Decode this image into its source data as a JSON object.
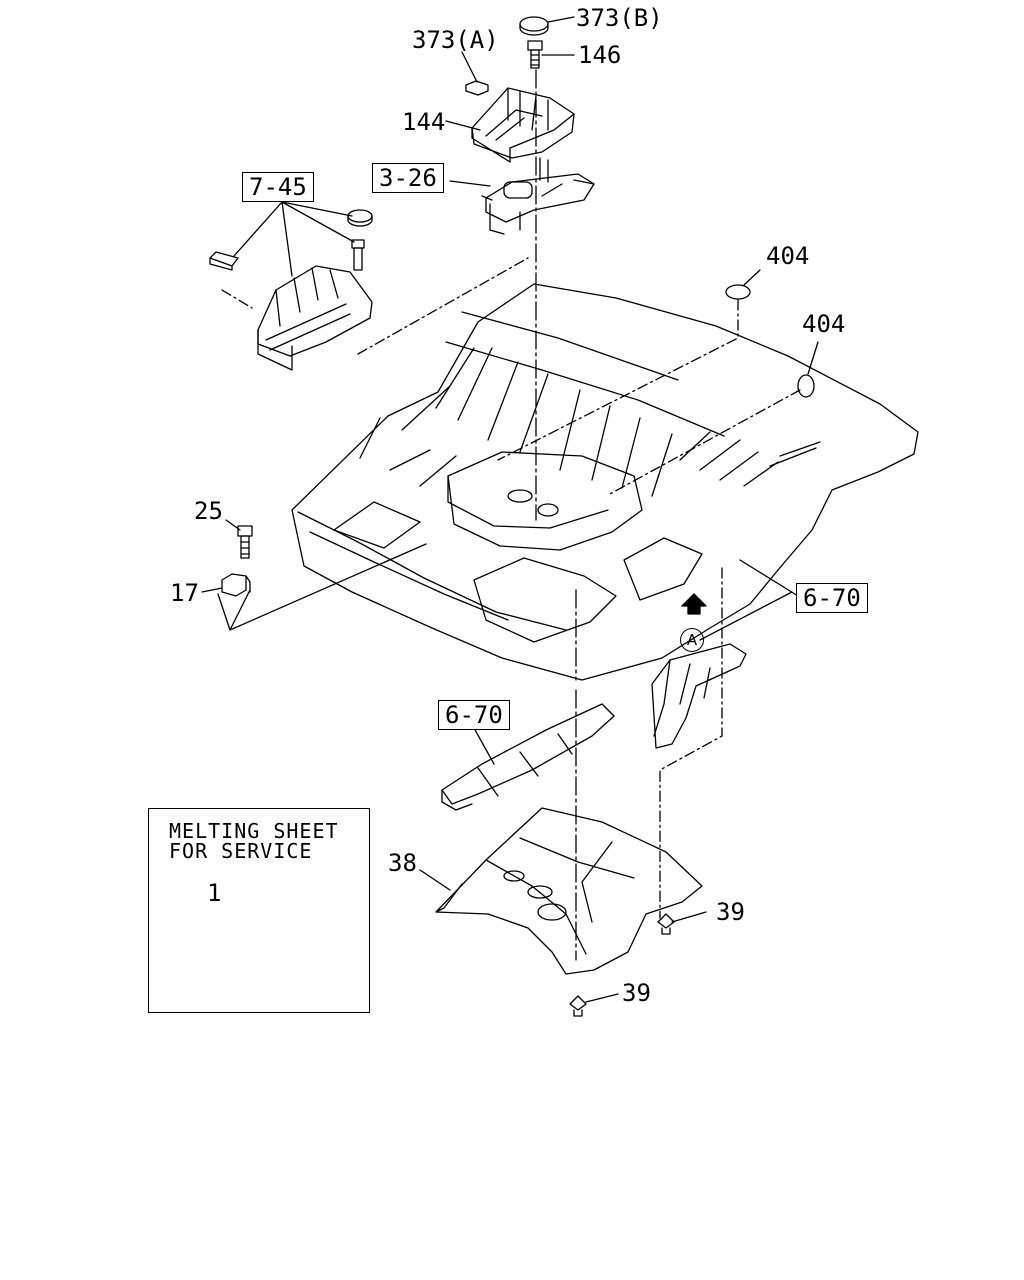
{
  "labels": {
    "p373a": "373(A)",
    "p373b": "373(B)",
    "p146": "146",
    "p144": "144",
    "p404a": "404",
    "p404b": "404",
    "p25": "25",
    "p17": "17",
    "p38": "38",
    "p39a": "39",
    "p39b": "39",
    "p1": "1"
  },
  "refs": {
    "r745": "7-45",
    "r326": "3-26",
    "r670a": "6-70",
    "r670b": "6-70"
  },
  "view_marker": "A",
  "note": {
    "line1": "MELTING SHEET",
    "line2": "FOR SERVICE"
  }
}
